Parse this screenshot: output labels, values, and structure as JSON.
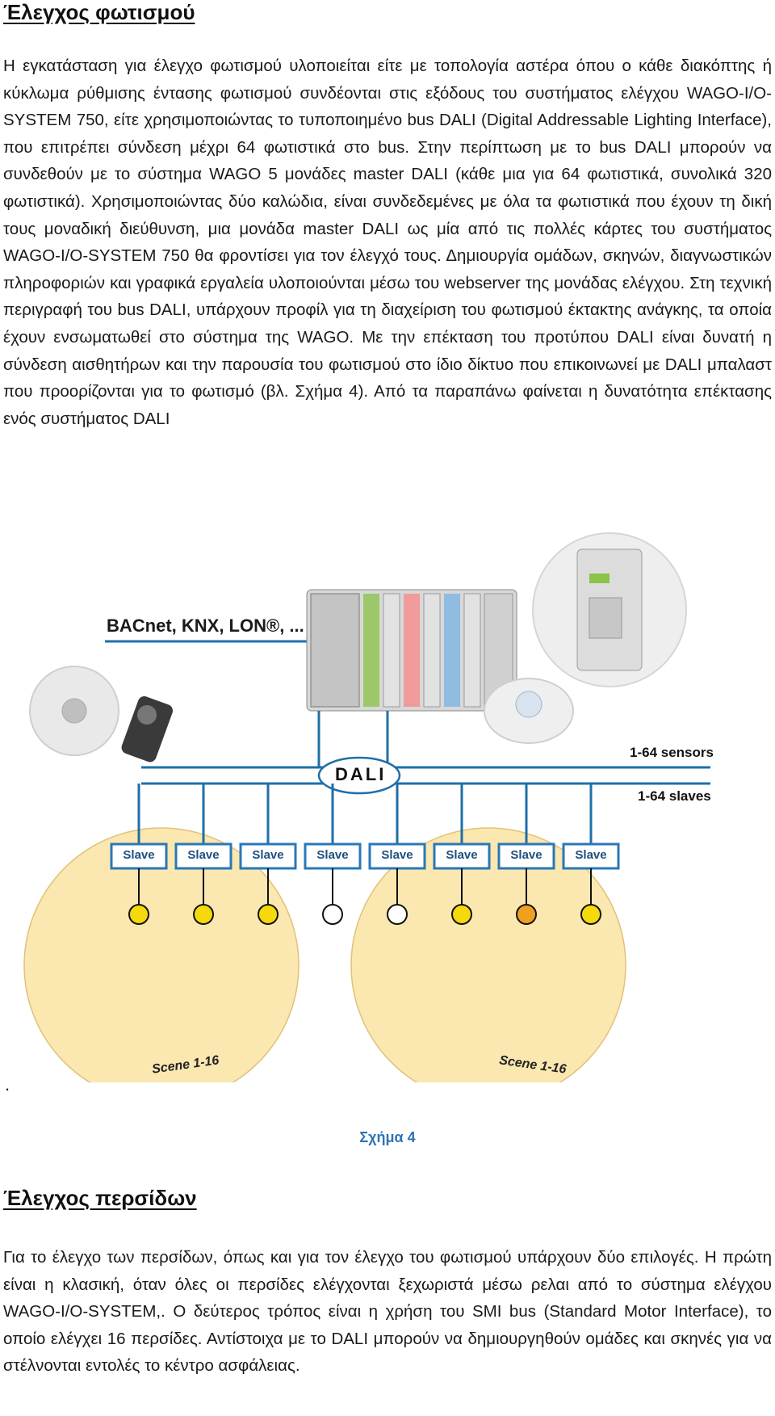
{
  "section1": {
    "title": "Έλεγχος φωτισμού",
    "paragraph": "Η εγκατάσταση για έλεγχο φωτισμού υλοποιείται είτε με τοπολογία αστέρα όπου ο κάθε διακόπτης ή κύκλωμα ρύθμισης έντασης φωτισμού συνδέονται στις εξόδους του συστήματος ελέγχου WAGO-I/O-SYSTEM 750, είτε χρησιμοποιώντας το τυποποιημένο bus DALI (Digital Addressable Lighting Interface), που επιτρέπει σύνδεση μέχρι 64 φωτιστικά στο bus. Στην περίπτωση με το bus DALI μπορούν να συνδεθούν με το σύστημα WAGO 5 μονάδες master DALI (κάθε μια για 64 φωτιστικά, συνολικά 320 φωτιστικά). Χρησιμοποιώντας δύο καλώδια, είναι συνδεδεμένες με όλα τα φωτιστικά που έχουν τη δική τους μοναδική διεύθυνση, μια μονάδα master DALI ως μία από τις πολλές κάρτες του συστήματος WAGO-I/O-SYSTEM 750 θα φροντίσει για τον έλεγχό τους. Δημιουργία ομάδων, σκηνών, διαγνωστικών πληροφοριών και γραφικά εργαλεία υλοποιούνται μέσω του webserver της μονάδας ελέγχου. Στη τεχνική περιγραφή του bus DALI, υπάρχουν προφίλ για τη διαχείριση του φωτισμού έκτακτης ανάγκης, τα οποία έχουν ενσωματωθεί στο σύστημα της WAGO. Με την επέκταση του προτύπου DALI είναι δυνατή η σύνδεση αισθητήρων και την παρουσία του φωτισμού στο ίδιο δίκτυο που επικοινωνεί με DALI μπαλαστ που προορίζονται για το φωτισμό (βλ. Σχήμα 4). Από τα παραπάνω φαίνεται η δυνατότητα επέκτασης ενός συστήματος DALI"
  },
  "figure": {
    "protocols_label": "BACnet, KNX, LON®, ...",
    "bus_label": "DALI",
    "sensors_label": "1-64 sensors",
    "slaves_label": "1-64 slaves",
    "slave_label": "Slave",
    "scene_left": "Scene 1-16",
    "scene_right": "Scene 1-16",
    "lamp_states": [
      "on",
      "on",
      "on",
      "off",
      "off",
      "on",
      "active",
      "on"
    ],
    "colors": {
      "bus": "#1f6fa8",
      "lamp_on": "#f5d90a",
      "lamp_active": "#f0a020",
      "scene_fill": "#fbe7b0",
      "slave_box": "#2a77b8"
    }
  },
  "dot": ".",
  "caption": "Σχήμα 4",
  "section2": {
    "title": "Έλεγχος περσίδων",
    "paragraph": "Για το έλεγχο των περσίδων, όπως και για τον έλεγχο του φωτισμού υπάρχουν δύο επιλογές. Η πρώτη είναι η κλασική, όταν όλες οι περσίδες ελέγχονται ξεχωριστά μέσω ρελαι από το σύστημα ελέγχου WAGO-I/O-SYSTEM,. Ο δεύτερος τρόπος είναι η χρήση του SMI bus (Standard Motor Interface), το οποίο ελέγχει 16 περσίδες. Αντίστοιχα με το DALI μπορούν να δημιουργηθούν ομάδες και σκηνές για να στέλνονται εντολές το κέντρο ασφάλειας."
  }
}
